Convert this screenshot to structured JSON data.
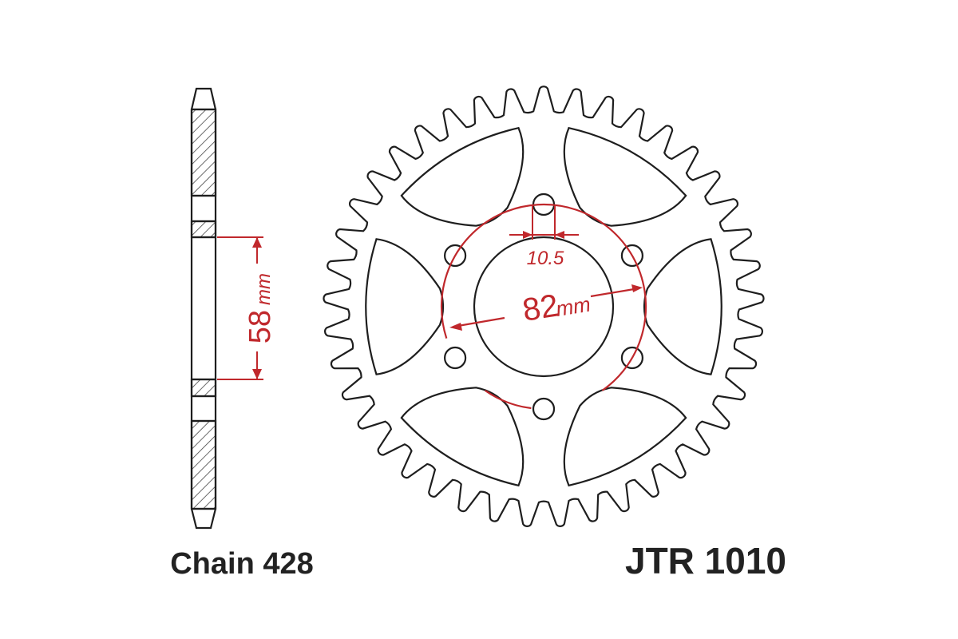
{
  "labels": {
    "chain": "Chain 428",
    "part_number": "JTR 1010"
  },
  "dimensions": {
    "bolt_hole_diameter": "10.5",
    "pcd_value": "82",
    "pcd_unit": "mm",
    "center_bore_value": "58",
    "center_bore_unit": "mm"
  },
  "sprocket": {
    "teeth": 41,
    "bolt_holes": 6
  },
  "colors": {
    "outline": "#1e1e1e",
    "dimension": "#c0282c",
    "hatch": "#444444"
  }
}
